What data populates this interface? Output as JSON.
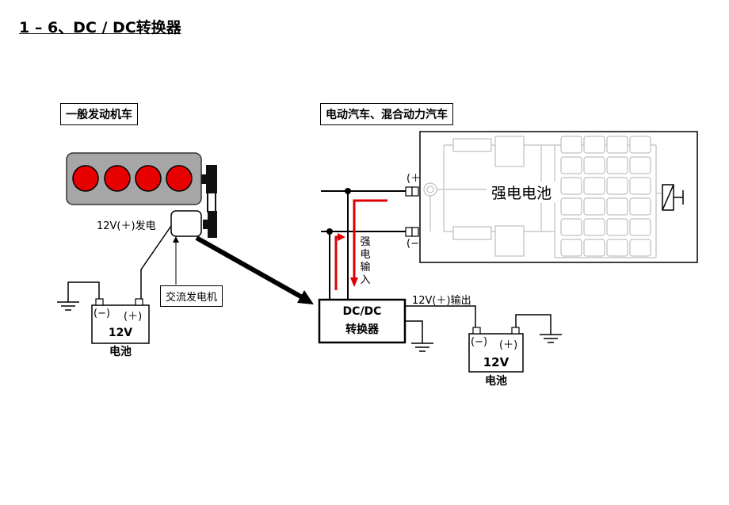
{
  "title": "1 – 6、DC / DC转换器",
  "left_section": {
    "label": "一般发动机车",
    "alternator_output": "12V(＋)发电",
    "alternator_label": "交流发电机",
    "battery": {
      "neg": "(−)",
      "pos": "(＋)",
      "voltage": "12V",
      "name": "电池"
    }
  },
  "right_section": {
    "label": "电动汽车、混合动力汽车",
    "hv_battery_label": "强电电池",
    "terminal_pos": "(＋",
    "terminal_neg": "(−",
    "hv_input": [
      "强",
      "电",
      "输",
      "入"
    ],
    "converter": {
      "line1": "DC/DC",
      "line2": "转换器"
    },
    "output_label": "12V(＋)输出",
    "battery": {
      "neg": "(−)",
      "pos": "(＋)",
      "voltage": "12V",
      "name": "电池"
    }
  },
  "colors": {
    "cylinder": "#e60000",
    "engine_block": "#a6a6a6",
    "arrow_red": "#dd0000",
    "light_gray": "#bfbfbf"
  }
}
